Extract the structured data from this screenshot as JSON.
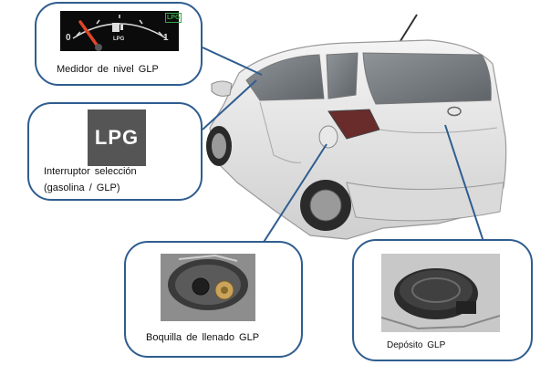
{
  "callouts": {
    "gauge": {
      "caption": "Medidor  de nivel GLP",
      "gauge_min": "0",
      "gauge_max": "1",
      "gauge_badge": "LPG",
      "gauge_center": "LPG"
    },
    "switch": {
      "caption_line1": "Interruptor  selección",
      "caption_line2": "(gasolina   / GLP)",
      "button_label": "LPG"
    },
    "nozzle": {
      "caption": "Boquilla  de llenado  GLP"
    },
    "tank": {
      "caption": "Depósito  GLP"
    }
  },
  "icons": [
    "fuel-pump-icon"
  ],
  "colors": {
    "callout_border": "#2f5d8f",
    "gauge_needle": "#e0452a",
    "badge_green": "#3aa84a",
    "button_gray": "#555555",
    "car_body": "#e6e6e6"
  }
}
